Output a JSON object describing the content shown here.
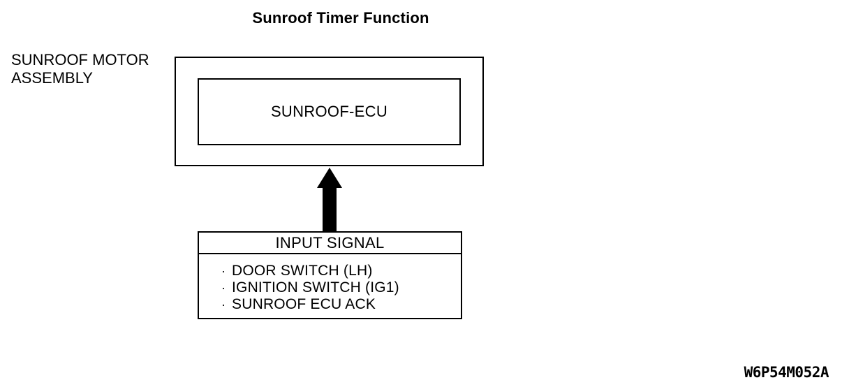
{
  "diagram": {
    "title": "Sunroof Timer Function",
    "assembly_label": {
      "line1": "SUNROOF MOTOR",
      "line2": "ASSEMBLY"
    },
    "ecu_label": "SUNROOF-ECU",
    "input_signal": {
      "header": "INPUT SIGNAL",
      "bullet": "·",
      "items": [
        "DOOR SWITCH (LH)",
        "IGNITION SWITCH (IG1)",
        "SUNROOF ECU ACK"
      ]
    },
    "figure_code": "W6P54M052A",
    "colors": {
      "line": "#000000",
      "background": "#ffffff"
    }
  }
}
